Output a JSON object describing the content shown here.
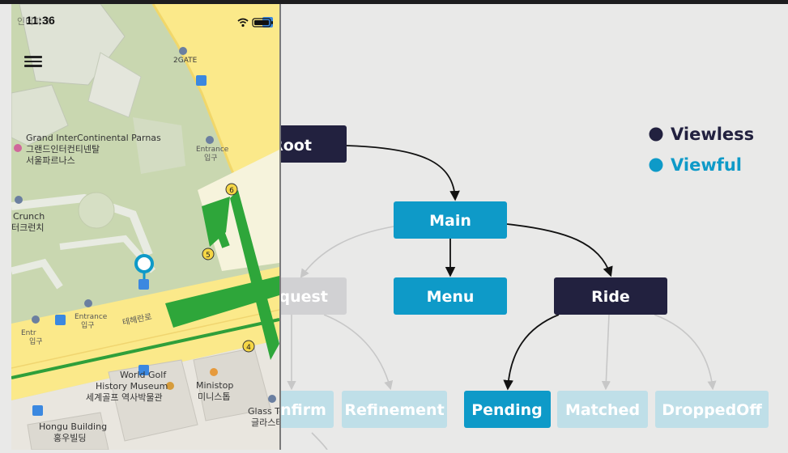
{
  "status_bar": {
    "time": "11:36",
    "carrier_overlay": "인터파크"
  },
  "map": {
    "labels": {
      "gate": "2GATE",
      "entrance_top_en": "Entrance",
      "entrance_top_kr": "입구",
      "hotel_en": "Grand InterContinental Parnas",
      "hotel_kr1": "그랜드인터컨티넨탈",
      "hotel_kr2": "서울파르나스",
      "crunch_en": "Crunch",
      "crunch_kr": "터크런치",
      "entrance_mid_en": "Entrance",
      "entrance_mid_kr": "입구",
      "entrance_left_en": "Entr",
      "entrance_left_kr": "입구",
      "street": "테헤란로",
      "worldgolf_en1": "World Golf",
      "worldgolf_en2": "History Museum",
      "worldgolf_kr": "세계골프 역사박물관",
      "ministop_en": "Ministop",
      "ministop_kr": "미니스톱",
      "glass_en": "Glass To",
      "glass_kr": "글라스타",
      "hongu_en": "Hongu Building",
      "hongu_kr": "홍우빌딩",
      "exit6": "6",
      "exit5": "5",
      "exit4": "4"
    }
  },
  "diagram": {
    "legend": [
      {
        "label": "Viewless",
        "color": "#22213f"
      },
      {
        "label": "Viewful",
        "color": "#0e9ac8"
      }
    ],
    "nodes": {
      "root": "Root",
      "main": "Main",
      "request": "Request",
      "menu": "Menu",
      "ride": "Ride",
      "confirm": "Confirm",
      "refinement": "Refinement",
      "pending": "Pending",
      "matched": "Matched",
      "droppedoff": "DroppedOff"
    },
    "colors": {
      "viewless": "#22213f",
      "viewful": "#0e9ac8",
      "faded_viewless": "#d1d1d3",
      "faded_viewful": "#bfdfe8",
      "edge": "#111111",
      "edge_faded": "#c7c7c7"
    }
  }
}
